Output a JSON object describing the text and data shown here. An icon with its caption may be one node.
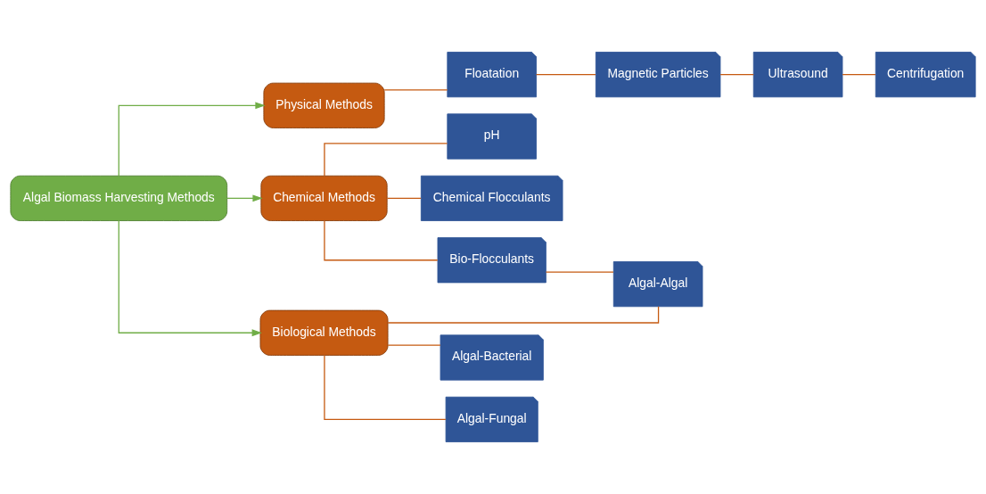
{
  "diagram": {
    "nodes": [
      {
        "text": [
          "Algal Biomass Harvesting Methods"
        ]
      },
      {
        "text": [
          "Physical Methods"
        ]
      },
      {
        "text": [
          "Chemical Methods"
        ]
      },
      {
        "text": [
          "Biological Methods"
        ]
      },
      {
        "text": [
          "Floatation"
        ]
      },
      {
        "text": [
          "Magnetic Particles"
        ]
      },
      {
        "text": [
          "Ultrasound"
        ]
      },
      {
        "text": [
          "Centrifugation"
        ]
      },
      {
        "text": [
          "pH"
        ]
      },
      {
        "text": [
          "Chemical Flocculants"
        ]
      },
      {
        "text": [
          "Bio-Flocculants"
        ]
      },
      {
        "text": [
          "Algal-Algal"
        ]
      },
      {
        "text": [
          "Algal-Bacterial"
        ]
      },
      {
        "text": [
          "Algal-Fungal"
        ]
      }
    ],
    "edges": [
      {
        "from": 0,
        "to": 1,
        "arrow": "to",
        "color": "#70ad47"
      },
      {
        "from": 0,
        "to": 2,
        "arrow": "to",
        "color": "#70ad47"
      },
      {
        "from": 0,
        "to": 3,
        "arrow": "to",
        "color": "#70ad47"
      },
      {
        "from": 1,
        "to": 4,
        "arrow": "none"
      },
      {
        "from": 4,
        "to": 5,
        "arrow": "none"
      },
      {
        "from": 5,
        "to": 6,
        "arrow": "none"
      },
      {
        "from": 6,
        "to": 7,
        "arrow": "none"
      },
      {
        "from": 2,
        "to": 8,
        "arrow": "none"
      },
      {
        "from": 2,
        "to": 9,
        "arrow": "none"
      },
      {
        "from": 2,
        "to": 10,
        "arrow": "none"
      },
      {
        "from": 3,
        "to": 11,
        "arrow": "none"
      },
      {
        "from": 3,
        "to": 12,
        "arrow": "none"
      },
      {
        "from": 3,
        "to": 13,
        "arrow": "none"
      },
      {
        "from": 10,
        "to": 11,
        "arrow": "none"
      }
    ]
  }
}
